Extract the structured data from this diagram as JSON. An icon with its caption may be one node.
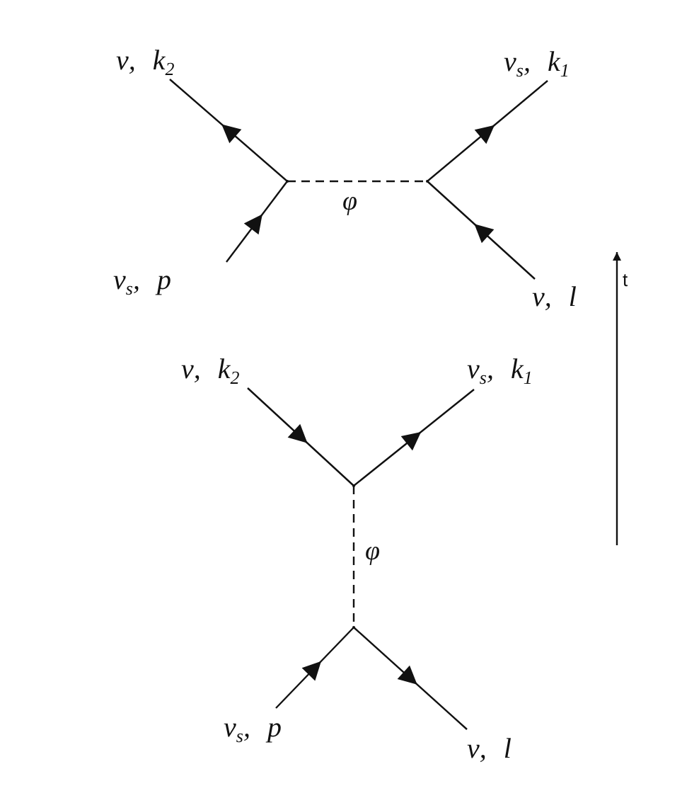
{
  "diagram": {
    "nodes": [
      {
        "text": [
          "ν, k$_{2}$"
        ]
      },
      {
        "text": [
          "ν$_{s}$, k$_{1}$"
        ]
      },
      {
        "text": [],
        "shape": "point"
      },
      {
        "text": [],
        "shape": "point"
      },
      {
        "text": [
          "ν$_{s}$, p"
        ]
      },
      {
        "text": [
          "ν, l"
        ]
      },
      {
        "text": [
          "ν, k$_{2}$"
        ]
      },
      {
        "text": [
          "ν$_{s}$, k$_{1}$"
        ]
      },
      {
        "text": [],
        "shape": "point"
      },
      {
        "text": [],
        "shape": "point"
      },
      {
        "text": [
          "ν$_{s}$, p"
        ]
      },
      {
        "text": [
          "ν, l"
        ]
      }
    ],
    "edges": [
      {
        "from": 4,
        "to": 2,
        "arrow": "to"
      },
      {
        "from": 2,
        "to": 0,
        "arrow": "to"
      },
      {
        "from": 2,
        "to": 3,
        "arrow": "none",
        "style": "dashed",
        "label": "φ"
      },
      {
        "from": 3,
        "to": 1,
        "arrow": "to"
      },
      {
        "from": 5,
        "to": 3,
        "arrow": "to"
      },
      {
        "from": 6,
        "to": 8,
        "arrow": "to"
      },
      {
        "from": 8,
        "to": 7,
        "arrow": "to"
      },
      {
        "from": 8,
        "to": 9,
        "arrow": "none",
        "style": "dashed",
        "label": "φ"
      },
      {
        "from": 10,
        "to": 9,
        "arrow": "to"
      },
      {
        "from": 9,
        "to": 11,
        "arrow": "to"
      }
    ],
    "labels": [
      "t"
    ]
  }
}
